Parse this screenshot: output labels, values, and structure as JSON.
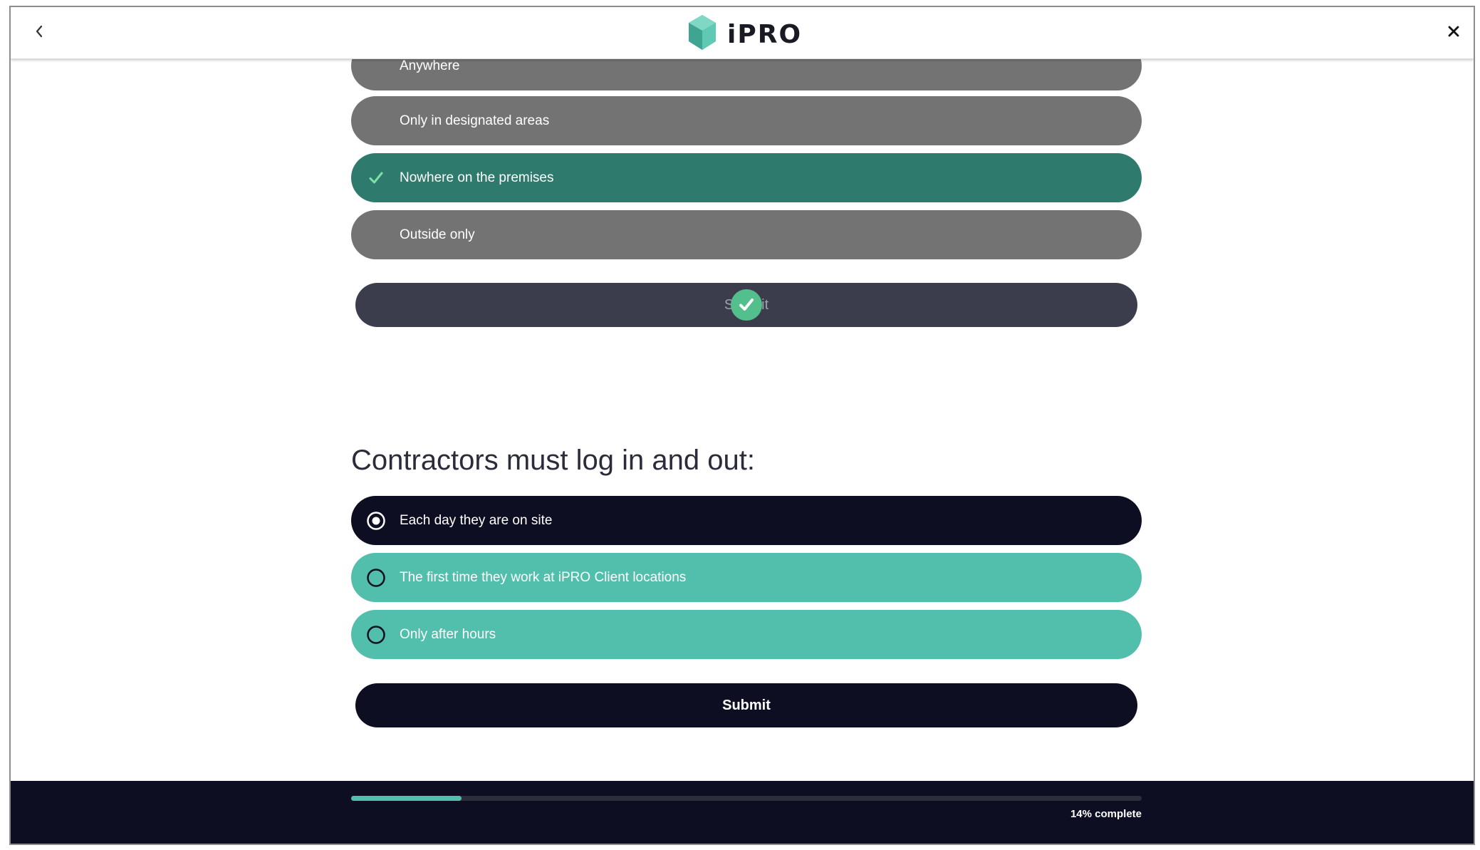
{
  "header": {
    "back_icon": "chevron-left-icon",
    "close_icon": "close-icon",
    "logo_text": "iPRO"
  },
  "previous_question": {
    "options": [
      {
        "label": "Anywhere",
        "state": "default"
      },
      {
        "label": "Only in designated areas",
        "state": "default"
      },
      {
        "label": "Nowhere on the premises",
        "state": "correct"
      },
      {
        "label": "Outside only",
        "state": "default"
      }
    ],
    "submit_label": "Submit",
    "submitted": true
  },
  "current_question": {
    "prompt": "Contractors must log in and out:",
    "options": [
      {
        "label": "Each day they are on site",
        "selected": true
      },
      {
        "label": "The first time they work at iPRO Client locations",
        "selected": false
      },
      {
        "label": "Only after hours",
        "selected": false
      }
    ],
    "submit_label": "Submit"
  },
  "progress": {
    "percent": 14,
    "label": "14% complete"
  },
  "colors": {
    "grey_option": "#737373",
    "correct_option": "#2e7b6e",
    "selected_option": "#0e0e22",
    "unselected_option": "#52bfac",
    "footer": "#0e0e22",
    "progress_fill": "#52bfac"
  }
}
